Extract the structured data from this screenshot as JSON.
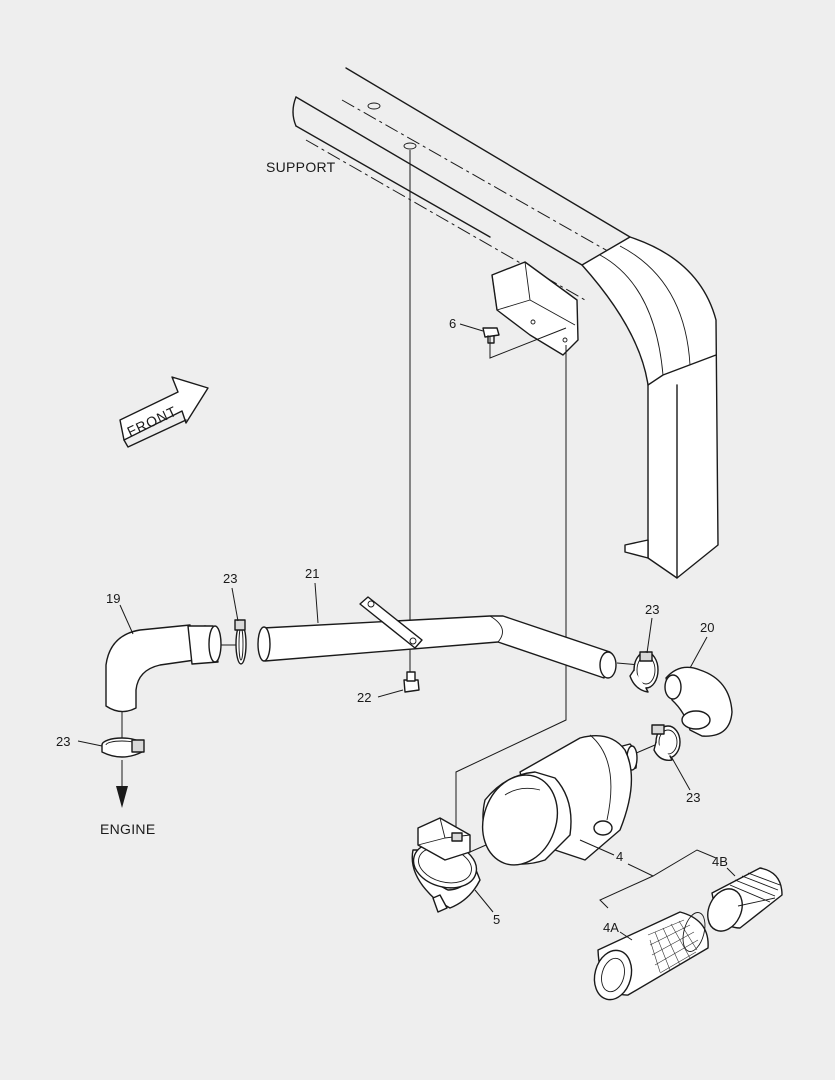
{
  "labels": {
    "support": "SUPPORT",
    "front": "FRONT",
    "engine": "ENGINE"
  },
  "callouts": {
    "bolt_6": "6",
    "hose_19": "19",
    "clamp_23_left_top": "23",
    "clamp_23_left_bottom": "23",
    "pipe_21": "21",
    "bolt_22": "22",
    "clamp_23_right_top": "23",
    "clamp_23_right_bottom": "23",
    "hose_20": "20",
    "air_cleaner_4": "4",
    "element_4A": "4A",
    "element_4B": "4B",
    "band_5": "5"
  },
  "colors": {
    "background": "#eeeeee",
    "line": "#1a1a1a",
    "part_fill": "#ffffff"
  }
}
